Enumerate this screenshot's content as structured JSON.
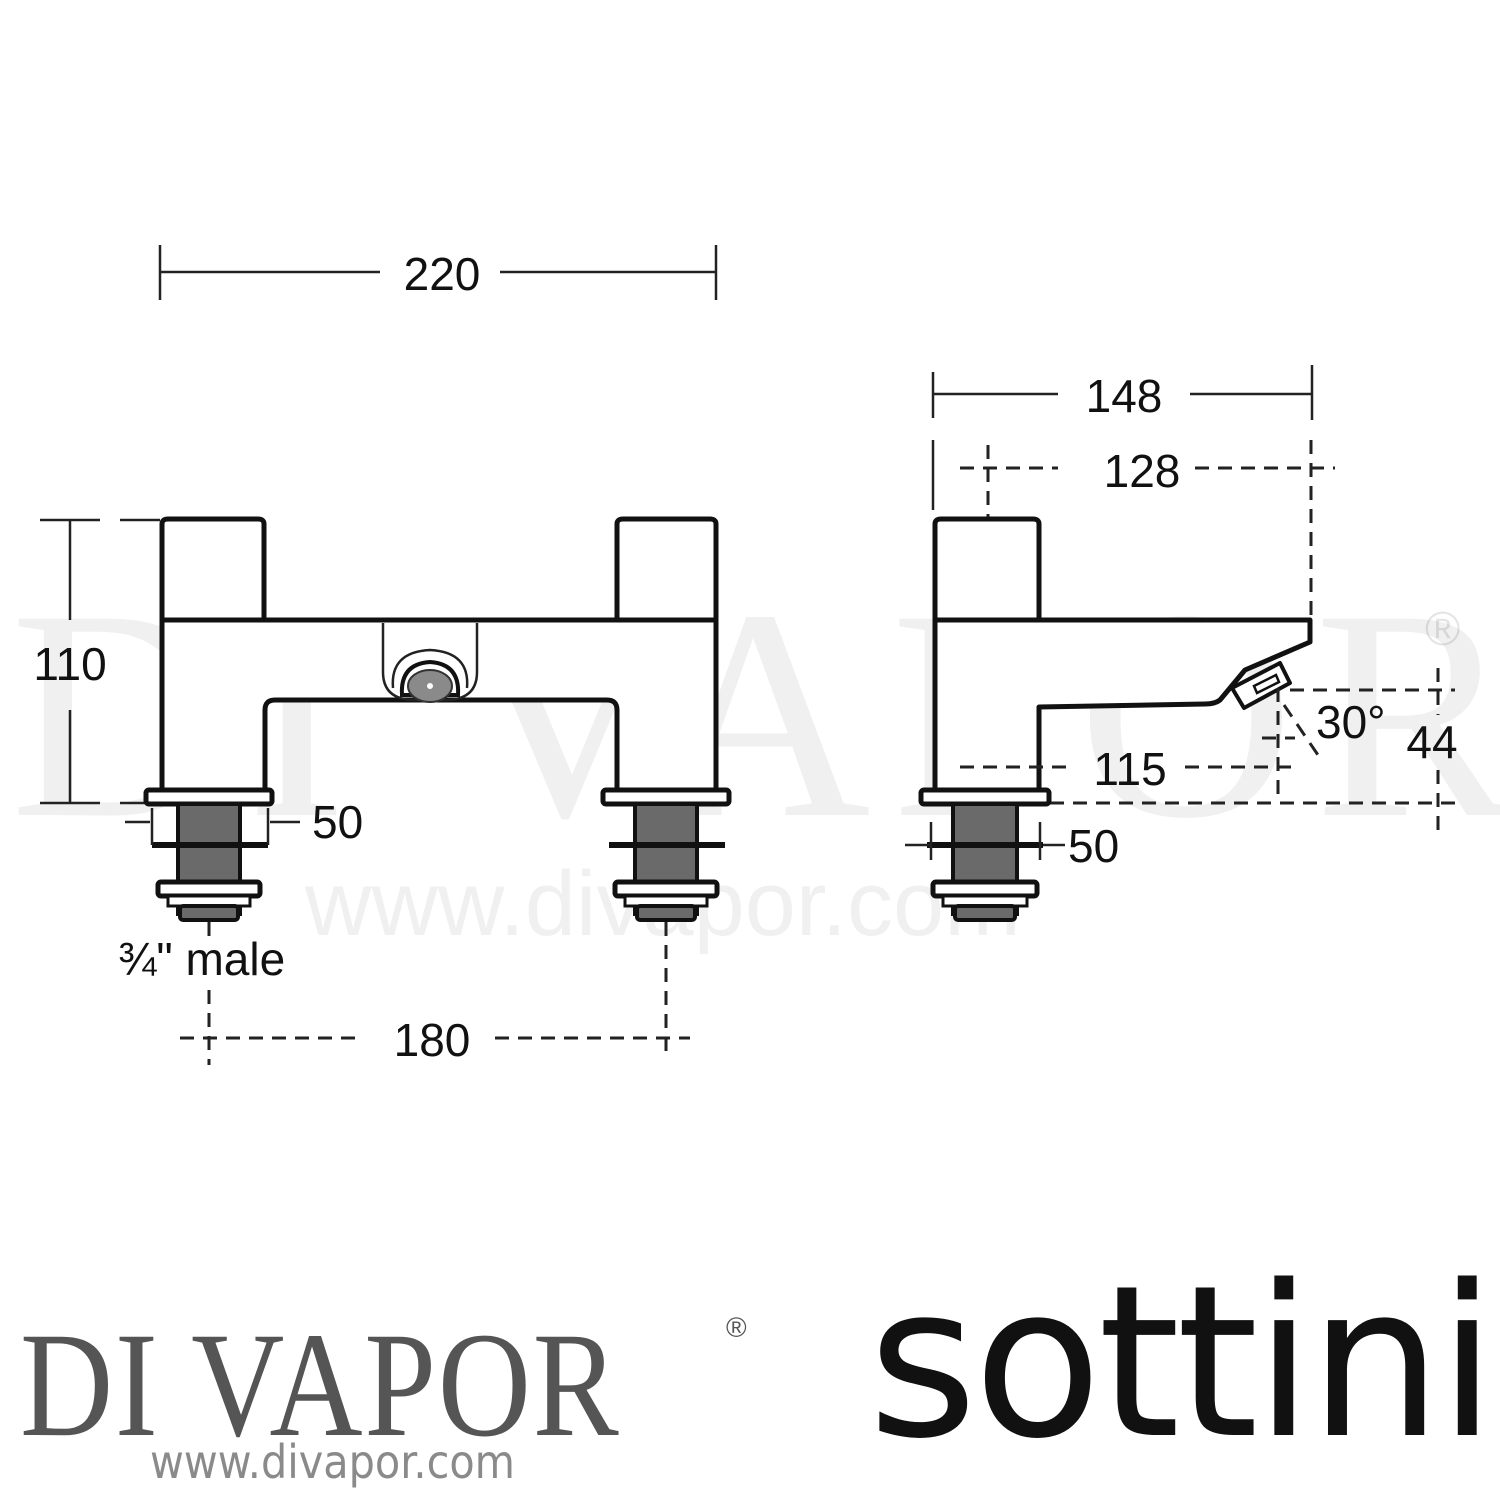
{
  "watermark": {
    "large_text": "DI VAPOR",
    "registered_mark": "®",
    "url_text": "www.divapor.com"
  },
  "front_view": {
    "overall_width": "220",
    "height": "110",
    "deck_thickness": "50",
    "connection_label": "¾\" male",
    "tap_centres": "180"
  },
  "side_view": {
    "overall_depth": "148",
    "spout_projection": "128",
    "spout_height": "115",
    "spout_angle": "30°",
    "outlet_height": "44",
    "deck_thickness": "50"
  },
  "footer": {
    "brand": "DI VAPOR",
    "registered_mark": "®",
    "url": "www.divapor.com",
    "manufacturer": "sottini"
  },
  "colors": {
    "line": "#111111",
    "brand_gray": "#555555",
    "url_gray": "#8a8a8a",
    "background": "#ffffff"
  }
}
